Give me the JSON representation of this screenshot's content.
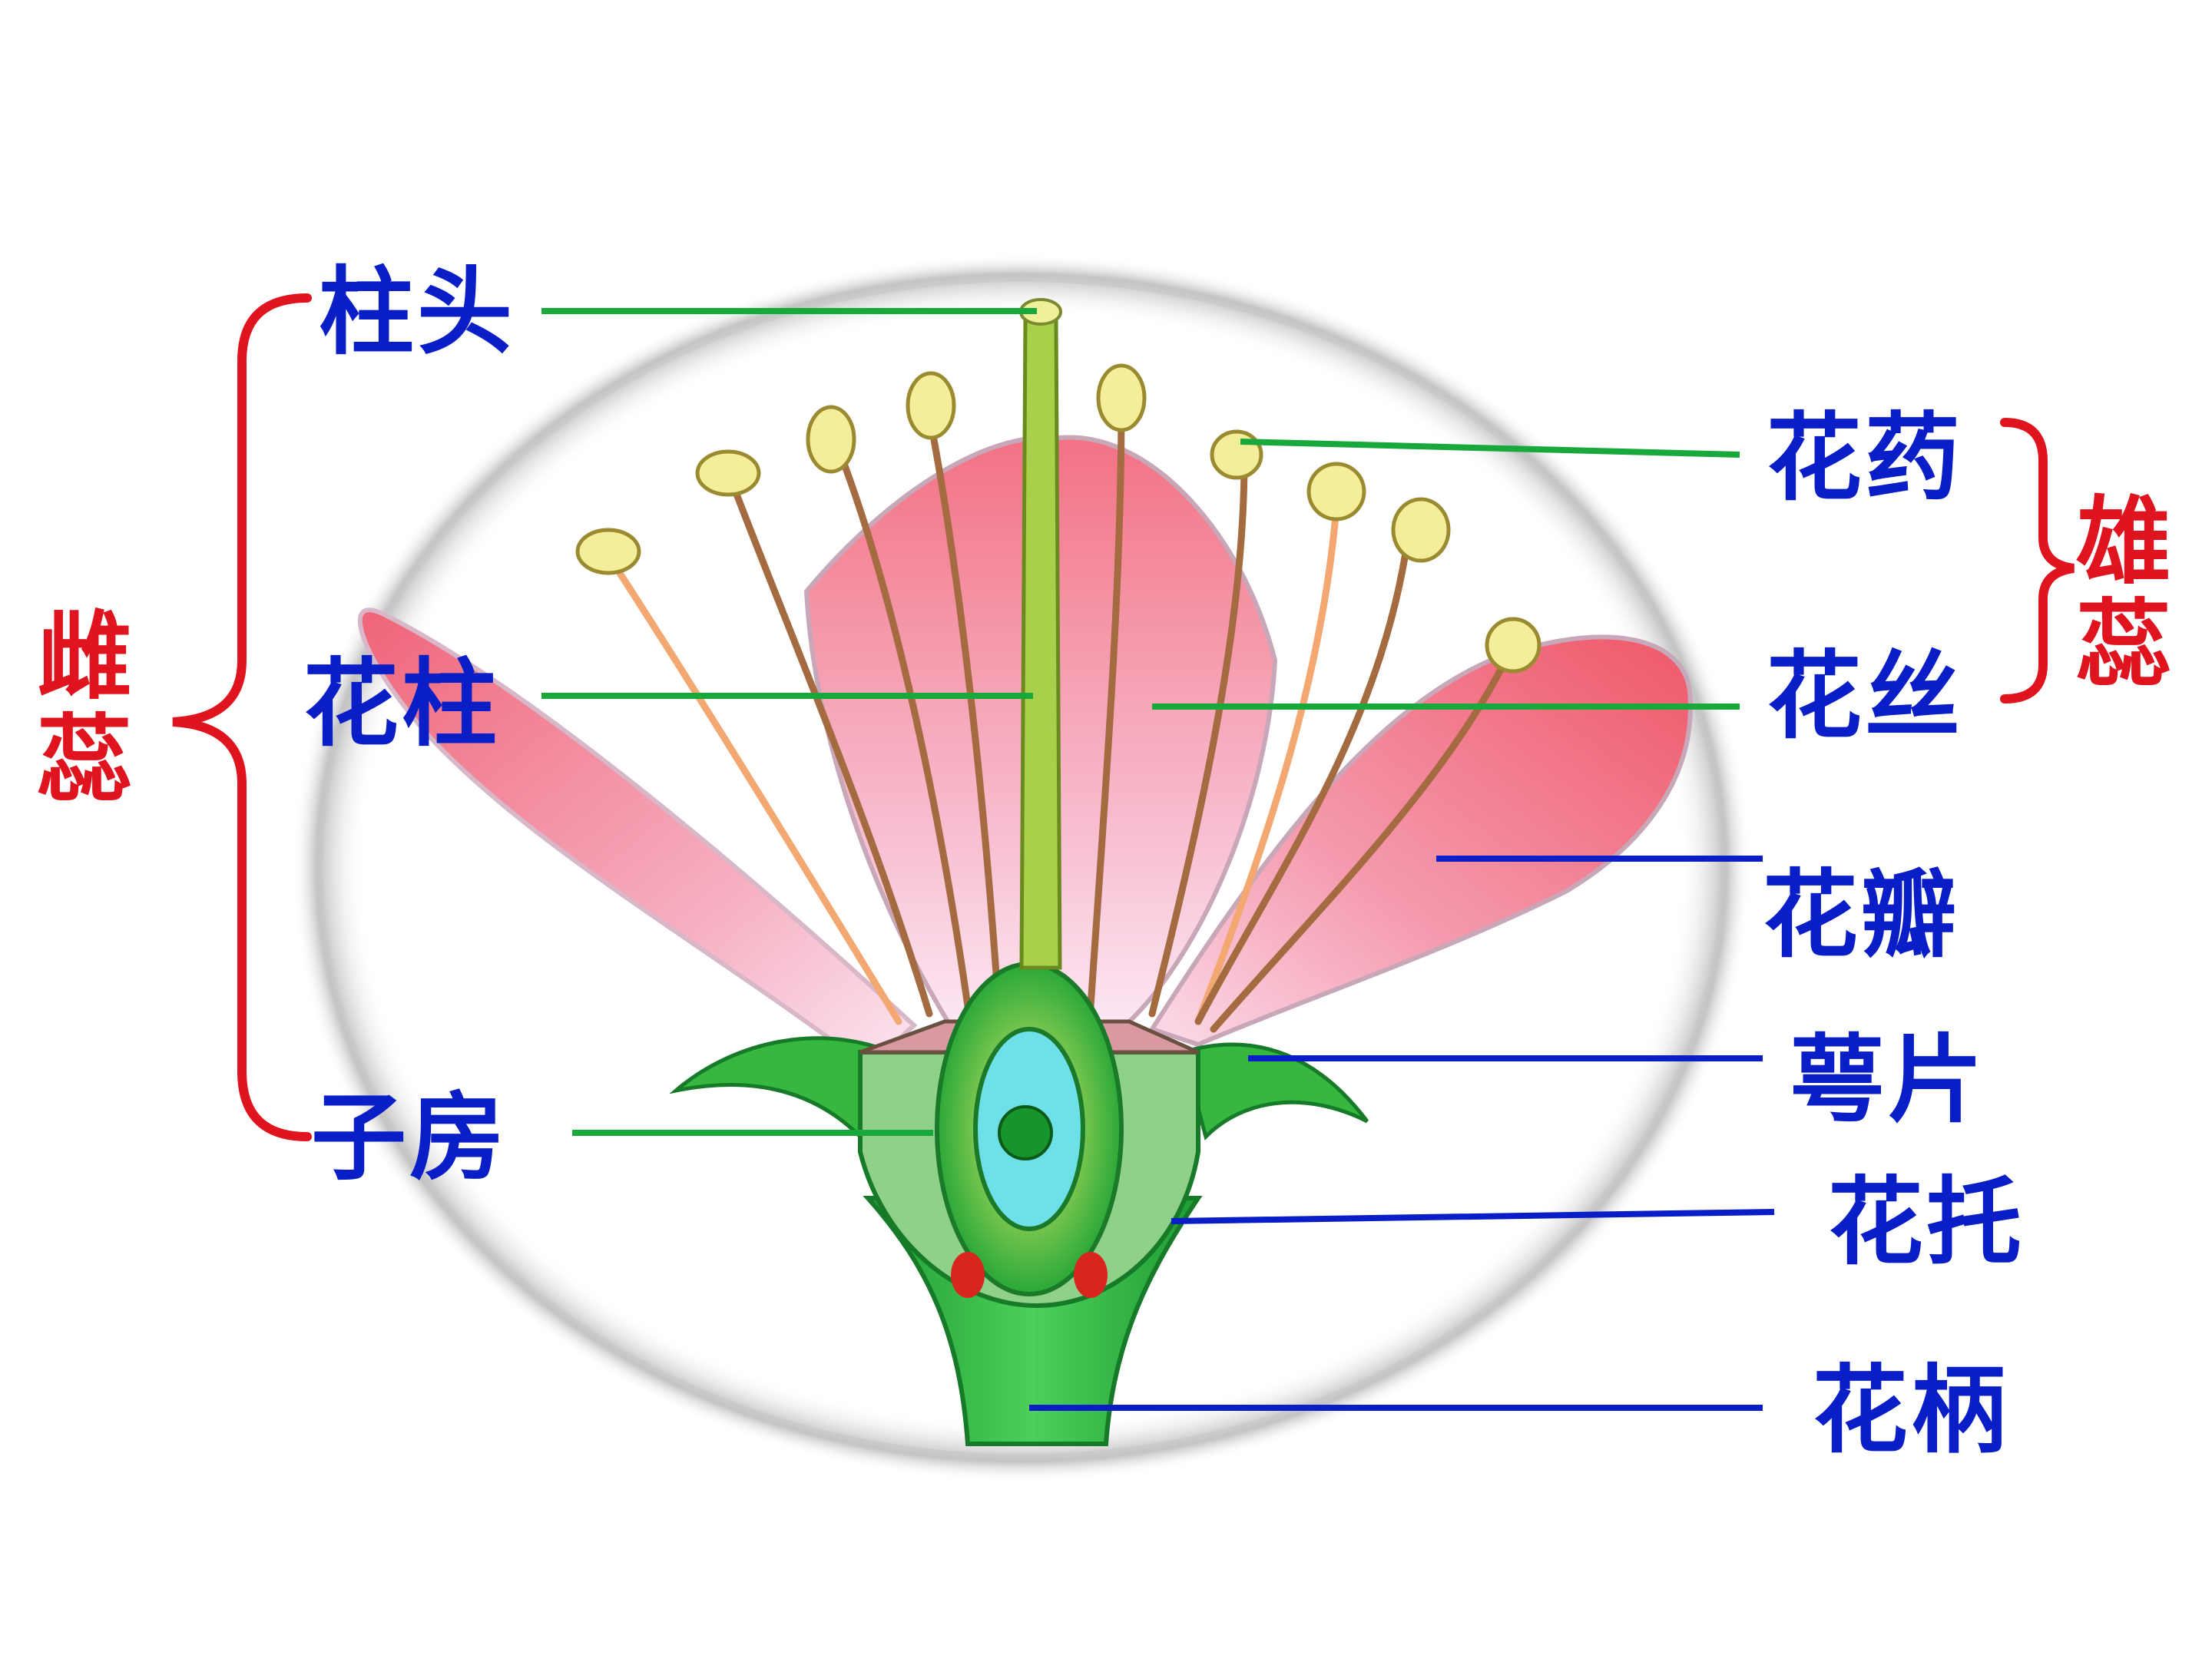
{
  "labels": {
    "stigma": "柱头",
    "style": "花柱",
    "ovary": "子房",
    "anther": "花药",
    "filament": "花丝",
    "petal": "花瓣",
    "sepal": "萼片",
    "receptacle": "花托",
    "pedicel": "花柄",
    "pistil": "雌蕊",
    "stamen": "雄蕊"
  },
  "colors": {
    "label_blue": "#0a1ec8",
    "group_red": "#e0141e",
    "leader_green": "#18a83c",
    "leader_blue": "#0a1ec8",
    "petal_pink": "#f07a8a",
    "sepal_green": "#2ab43c",
    "anther_yellow": "#f4ee9a"
  }
}
